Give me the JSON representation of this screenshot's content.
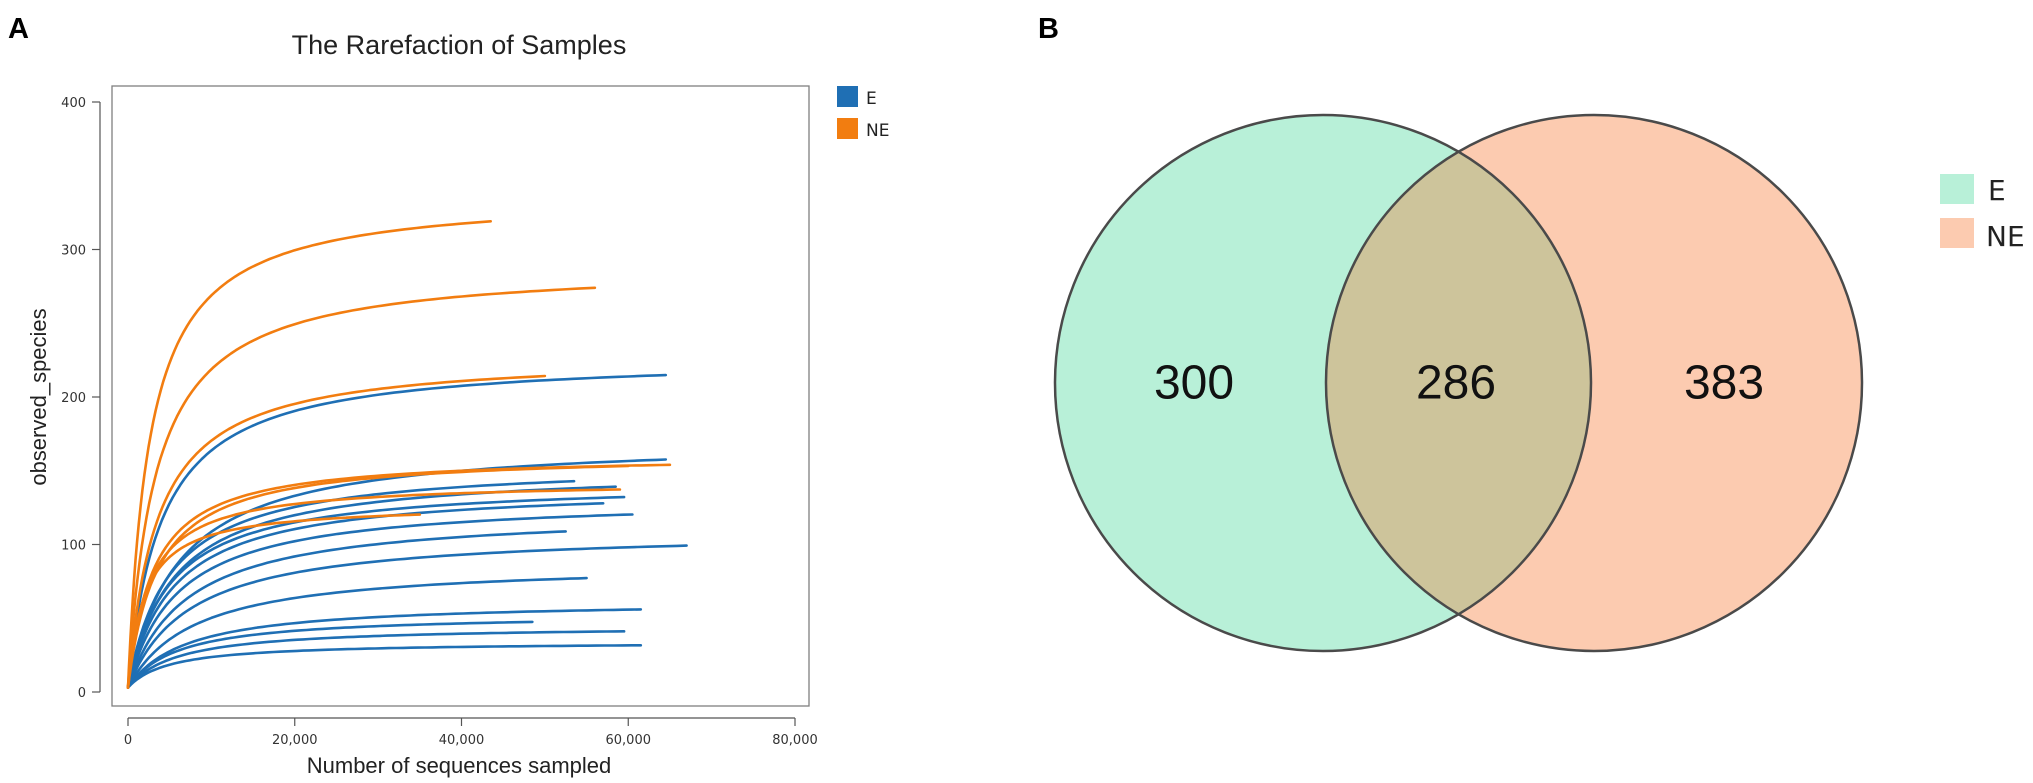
{
  "panels": {
    "a_label": "A",
    "b_label": "B"
  },
  "chart_data": [
    {
      "type": "line",
      "title": "The Rarefaction of Samples",
      "xlabel": "Number of sequences sampled",
      "ylabel": "observed_species",
      "xlim": [
        0,
        80000
      ],
      "ylim": [
        0,
        400
      ],
      "x_ticks": [
        0,
        20000,
        40000,
        60000,
        80000
      ],
      "x_tick_labels": [
        "0",
        "20,000",
        "40,000",
        "60,000",
        "80,000"
      ],
      "y_ticks": [
        0,
        100,
        200,
        300,
        400
      ],
      "y_tick_labels": [
        "0",
        "100",
        "200",
        "300",
        "400"
      ],
      "grid": false,
      "legend": {
        "placement": "outside-top-right",
        "entries": [
          {
            "name": "E",
            "color": "#1f6fb4"
          },
          {
            "name": "NE",
            "color": "#f27d10"
          }
        ]
      },
      "series": [
        {
          "name": "E",
          "color": "#1f6fb4",
          "curves": [
            {
              "asymptote": 228,
              "k": 4000,
              "x_max": 64500
            },
            {
              "asymptote": 172,
              "k": 6000,
              "x_max": 64500
            },
            {
              "asymptote": 156,
              "k": 5000,
              "x_max": 53500
            },
            {
              "asymptote": 152,
              "k": 5500,
              "x_max": 58500
            },
            {
              "asymptote": 143,
              "k": 5000,
              "x_max": 59500
            },
            {
              "asymptote": 140,
              "k": 5500,
              "x_max": 57000
            },
            {
              "asymptote": 132,
              "k": 6000,
              "x_max": 60500
            },
            {
              "asymptote": 123,
              "k": 7000,
              "x_max": 52500
            },
            {
              "asymptote": 110,
              "k": 7500,
              "x_max": 67000
            },
            {
              "asymptote": 88,
              "k": 8000,
              "x_max": 55000
            },
            {
              "asymptote": 62,
              "k": 7000,
              "x_max": 61500
            },
            {
              "asymptote": 53,
              "k": 6000,
              "x_max": 48500
            },
            {
              "asymptote": 45,
              "k": 6000,
              "x_max": 59500
            },
            {
              "asymptote": 34,
              "k": 5000,
              "x_max": 61500
            }
          ]
        },
        {
          "name": "NE",
          "color": "#f27d10",
          "curves": [
            {
              "asymptote": 338,
              "k": 2600,
              "x_max": 43500
            },
            {
              "asymptote": 290,
              "k": 3300,
              "x_max": 56000
            },
            {
              "asymptote": 229,
              "k": 3500,
              "x_max": 50000
            },
            {
              "asymptote": 161,
              "k": 3000,
              "x_max": 65000
            },
            {
              "asymptote": 162,
              "k": 3500,
              "x_max": 60000
            },
            {
              "asymptote": 143,
              "k": 2500,
              "x_max": 59000
            },
            {
              "asymptote": 127,
              "k": 2000,
              "x_max": 35000
            }
          ]
        }
      ]
    },
    {
      "type": "venn",
      "sets": [
        {
          "name": "E",
          "color": "#b8f0d8"
        },
        {
          "name": "NE",
          "color": "#fccbb0"
        }
      ],
      "intersection_color": "#cdc49b",
      "counts": {
        "E_only": "300",
        "both": "286",
        "NE_only": "383"
      },
      "legend": {
        "placement": "right"
      }
    }
  ]
}
